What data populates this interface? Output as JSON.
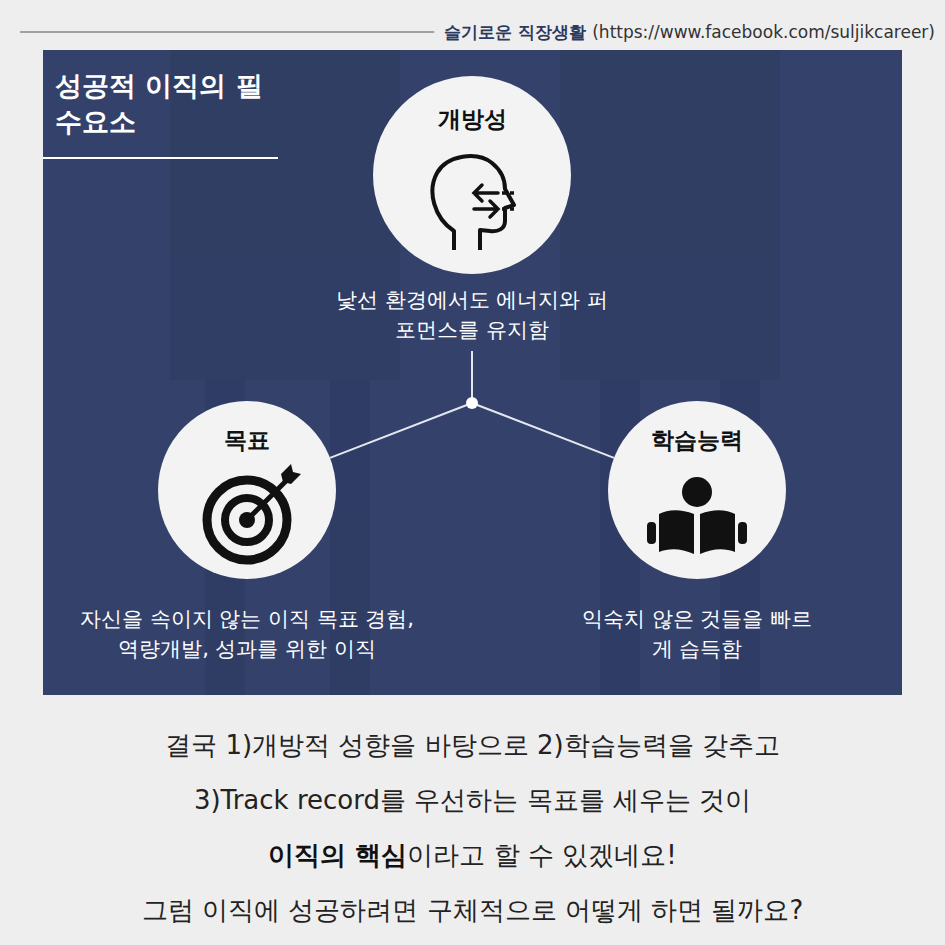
{
  "diagram": {
    "title": "성공적 이직의 필수요소",
    "nodes": [
      {
        "text": [
          "개방성",
          "낯선 환경에서도 에너지와 퍼포먼스를 유지함"
        ]
      },
      {
        "text": [
          "목표",
          "자신을 속이지 않는 이직 목표 경험, 역량개발, 성과를 위한 이직"
        ]
      },
      {
        "text": [
          "학습능력",
          "익숙치 않은 것들을 빠르게 습득함"
        ]
      }
    ],
    "edges": [
      {
        "from": 0,
        "to": 1,
        "arrow": "none"
      },
      {
        "from": 0,
        "to": 2,
        "arrow": "none"
      }
    ],
    "labels": [
      "슬기로운 직장생활",
      "(https://www.facebook.com/suljikcareer)",
      "결국 1)개방적 성향을 바탕으로 2)학습능력을 갖추고",
      "3)Track record를 우선하는 목표를 세우는 것이",
      "이직의 핵심",
      "이라고 할 수 있겠네요!",
      "그럼 이직에 성공하려면 구체적으로 어떻게 하면 될까요?"
    ]
  }
}
